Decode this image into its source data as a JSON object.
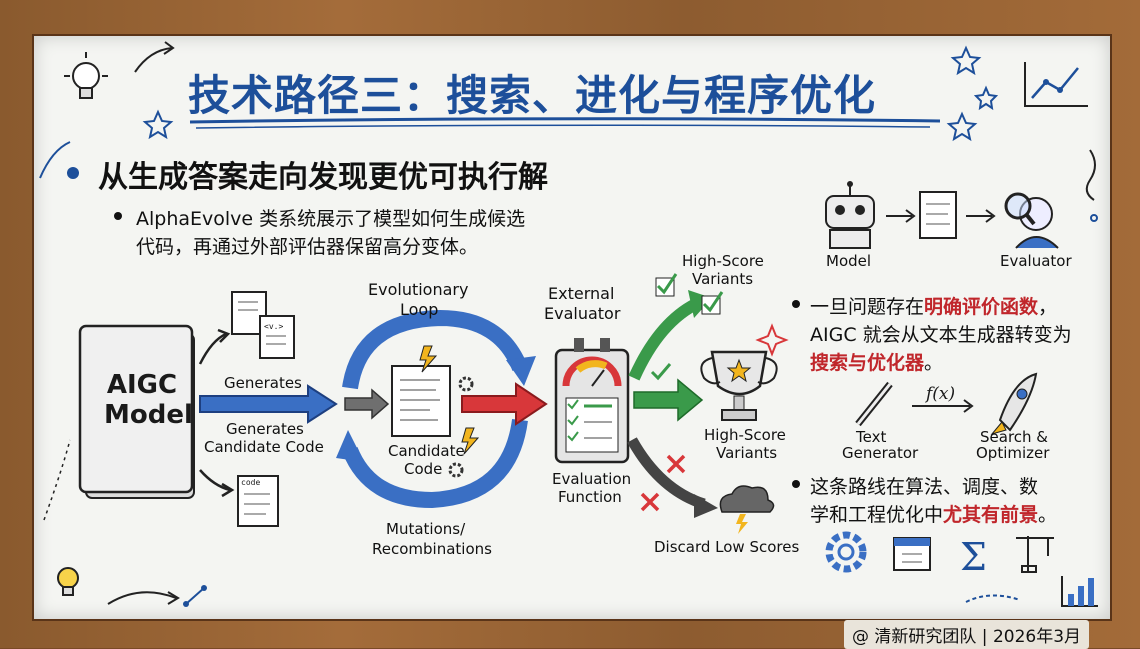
{
  "title": "技术路径三：搜索、进化与程序优化",
  "subtitle": "从生成答案走向发现更优可执行解",
  "bullet1": {
    "line1": "AlphaEvolve 类系统展示了模型如何生成候选",
    "line2": "代码，再通过外部评估器保留高分变体。"
  },
  "diagram": {
    "aigc_line1": "AIGC",
    "aigc_line2": "Model",
    "generates": "Generates",
    "generates_candidate_1": "Generates",
    "generates_candidate_2": "Candidate Code",
    "evo_loop_1": "Evolutionary",
    "evo_loop_2": "Loop",
    "candidate_code_1": "Candidate",
    "candidate_code_2": "Code",
    "mutations_1": "Mutations/",
    "mutations_2": "Recombinations",
    "external_evaluator_1": "External",
    "external_evaluator_2": "Evaluator",
    "evaluation_function_1": "Evaluation",
    "evaluation_function_2": "Function",
    "high_score_top_1": "High-Score",
    "high_score_top_2": "Variants",
    "high_score_mid_1": "High-Score",
    "high_score_mid_2": "Variants",
    "discard": "Discard Low Scores",
    "code_mini_1": "code",
    "code_mini_2": "<v.>"
  },
  "right_panel": {
    "model": "Model",
    "evaluator": "Evaluator",
    "bullet2_part1": "一旦问题存在",
    "bullet2_red1": "明确评价函数",
    "bullet2_part2": "，",
    "bullet2_line2": "AIGC 就会从文本生成器转变为",
    "bullet2_red2": "搜索与优化器",
    "bullet2_end": "。",
    "fx": "f(x)",
    "text_gen_1": "Text",
    "text_gen_2": "Generator",
    "search_opt_1": "Search &",
    "search_opt_2": "Optimizer",
    "bullet3_line1": "这条路线在算法、调度、数",
    "bullet3_line2_part1": "学和工程优化中",
    "bullet3_red": "尤其有前景",
    "bullet3_end": "。"
  },
  "icons": [
    "lightbulb-icon",
    "star-icon",
    "trend-chart-icon",
    "robot-icon",
    "document-icon",
    "magnifier-person-icon",
    "trophy-icon",
    "storm-cloud-icon",
    "pen-icon",
    "rocket-icon",
    "gear-icon",
    "calendar-icon",
    "sigma-icon",
    "crane-icon",
    "bar-chart-icon",
    "check-icon",
    "cross-icon"
  ],
  "credit": "@ 清新研究团队 | 2026年3月",
  "colors": {
    "title": "#1d4f9a",
    "accent_red": "#c0262b",
    "arrow_blue": "#3a6fc4",
    "arrow_green": "#3a9a4a",
    "arrow_red": "#d8373a"
  }
}
